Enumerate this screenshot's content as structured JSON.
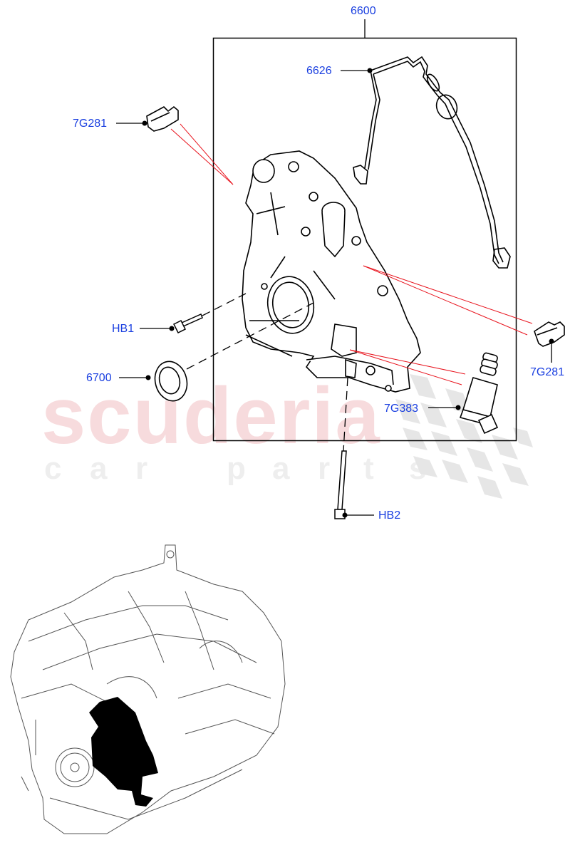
{
  "diagram": {
    "type": "exploded-parts-diagram",
    "subject": "Engine front cover / oil pump assembly",
    "watermark": {
      "main": "scuderia",
      "sub": [
        "c",
        "a",
        "r",
        "p",
        "a",
        "r",
        "t",
        "s"
      ],
      "main_color": "#f7dbdd",
      "sub_color": "#eeeeee",
      "flag_color": "#e4e4e4"
    },
    "callout_color": "#1a3fe0",
    "leader_color": "#000000",
    "reference_line_color": "#e8141e",
    "group_box": {
      "label": "6600"
    },
    "callouts": [
      {
        "id": "6600",
        "label": "6600"
      },
      {
        "id": "6626",
        "label": "6626"
      },
      {
        "id": "7G281-left",
        "label": "7G281"
      },
      {
        "id": "HB1",
        "label": "HB1"
      },
      {
        "id": "6700",
        "label": "6700"
      },
      {
        "id": "7G281-right",
        "label": "7G281"
      },
      {
        "id": "7G383",
        "label": "7G383"
      },
      {
        "id": "HB2",
        "label": "HB2"
      }
    ],
    "inset": {
      "description": "engine-assembly-locator",
      "highlight_color": "#000000"
    }
  }
}
